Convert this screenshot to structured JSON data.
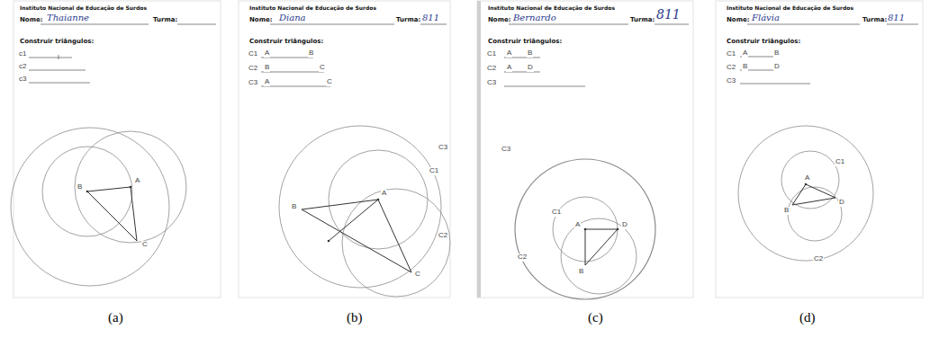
{
  "diagram": {
    "labels": [
      "Instituto Nacional de Educação de Surdos",
      "Nome:",
      "Thaianne",
      "Turma:",
      "Construir triângulos:",
      "c1",
      "c2",
      "c3",
      "A",
      "B",
      "C",
      "Instituto Nacional de Educação de Surdos",
      "Nome:",
      "Diana",
      "Turma:",
      "811",
      "Construir triângulos:",
      "C1",
      "A",
      "B",
      "C2",
      "B",
      "C",
      "C3",
      "A",
      "C",
      "C1",
      "C2",
      "C3",
      "A",
      "B",
      "C",
      "Instituto Nacional de Educação de Surdos",
      "Nome:",
      "Bernardo",
      "Turma:",
      "811",
      "Construir triângulos:",
      "C1",
      "A",
      "B",
      "C2",
      "A",
      "D",
      "C3",
      "C3",
      "C1",
      "C2",
      "A",
      "D",
      "B",
      "Instituto Nacional de Educação de Surdos",
      "Nome:",
      "Flávia",
      "Turma:",
      "811",
      "Construir triângulos:",
      "C1",
      "A",
      "B",
      "C2",
      "B",
      "D",
      "C3",
      "C1",
      "C2",
      "A",
      "B",
      "D",
      "(a)",
      "(b)",
      "(c)",
      "(d)"
    ]
  }
}
